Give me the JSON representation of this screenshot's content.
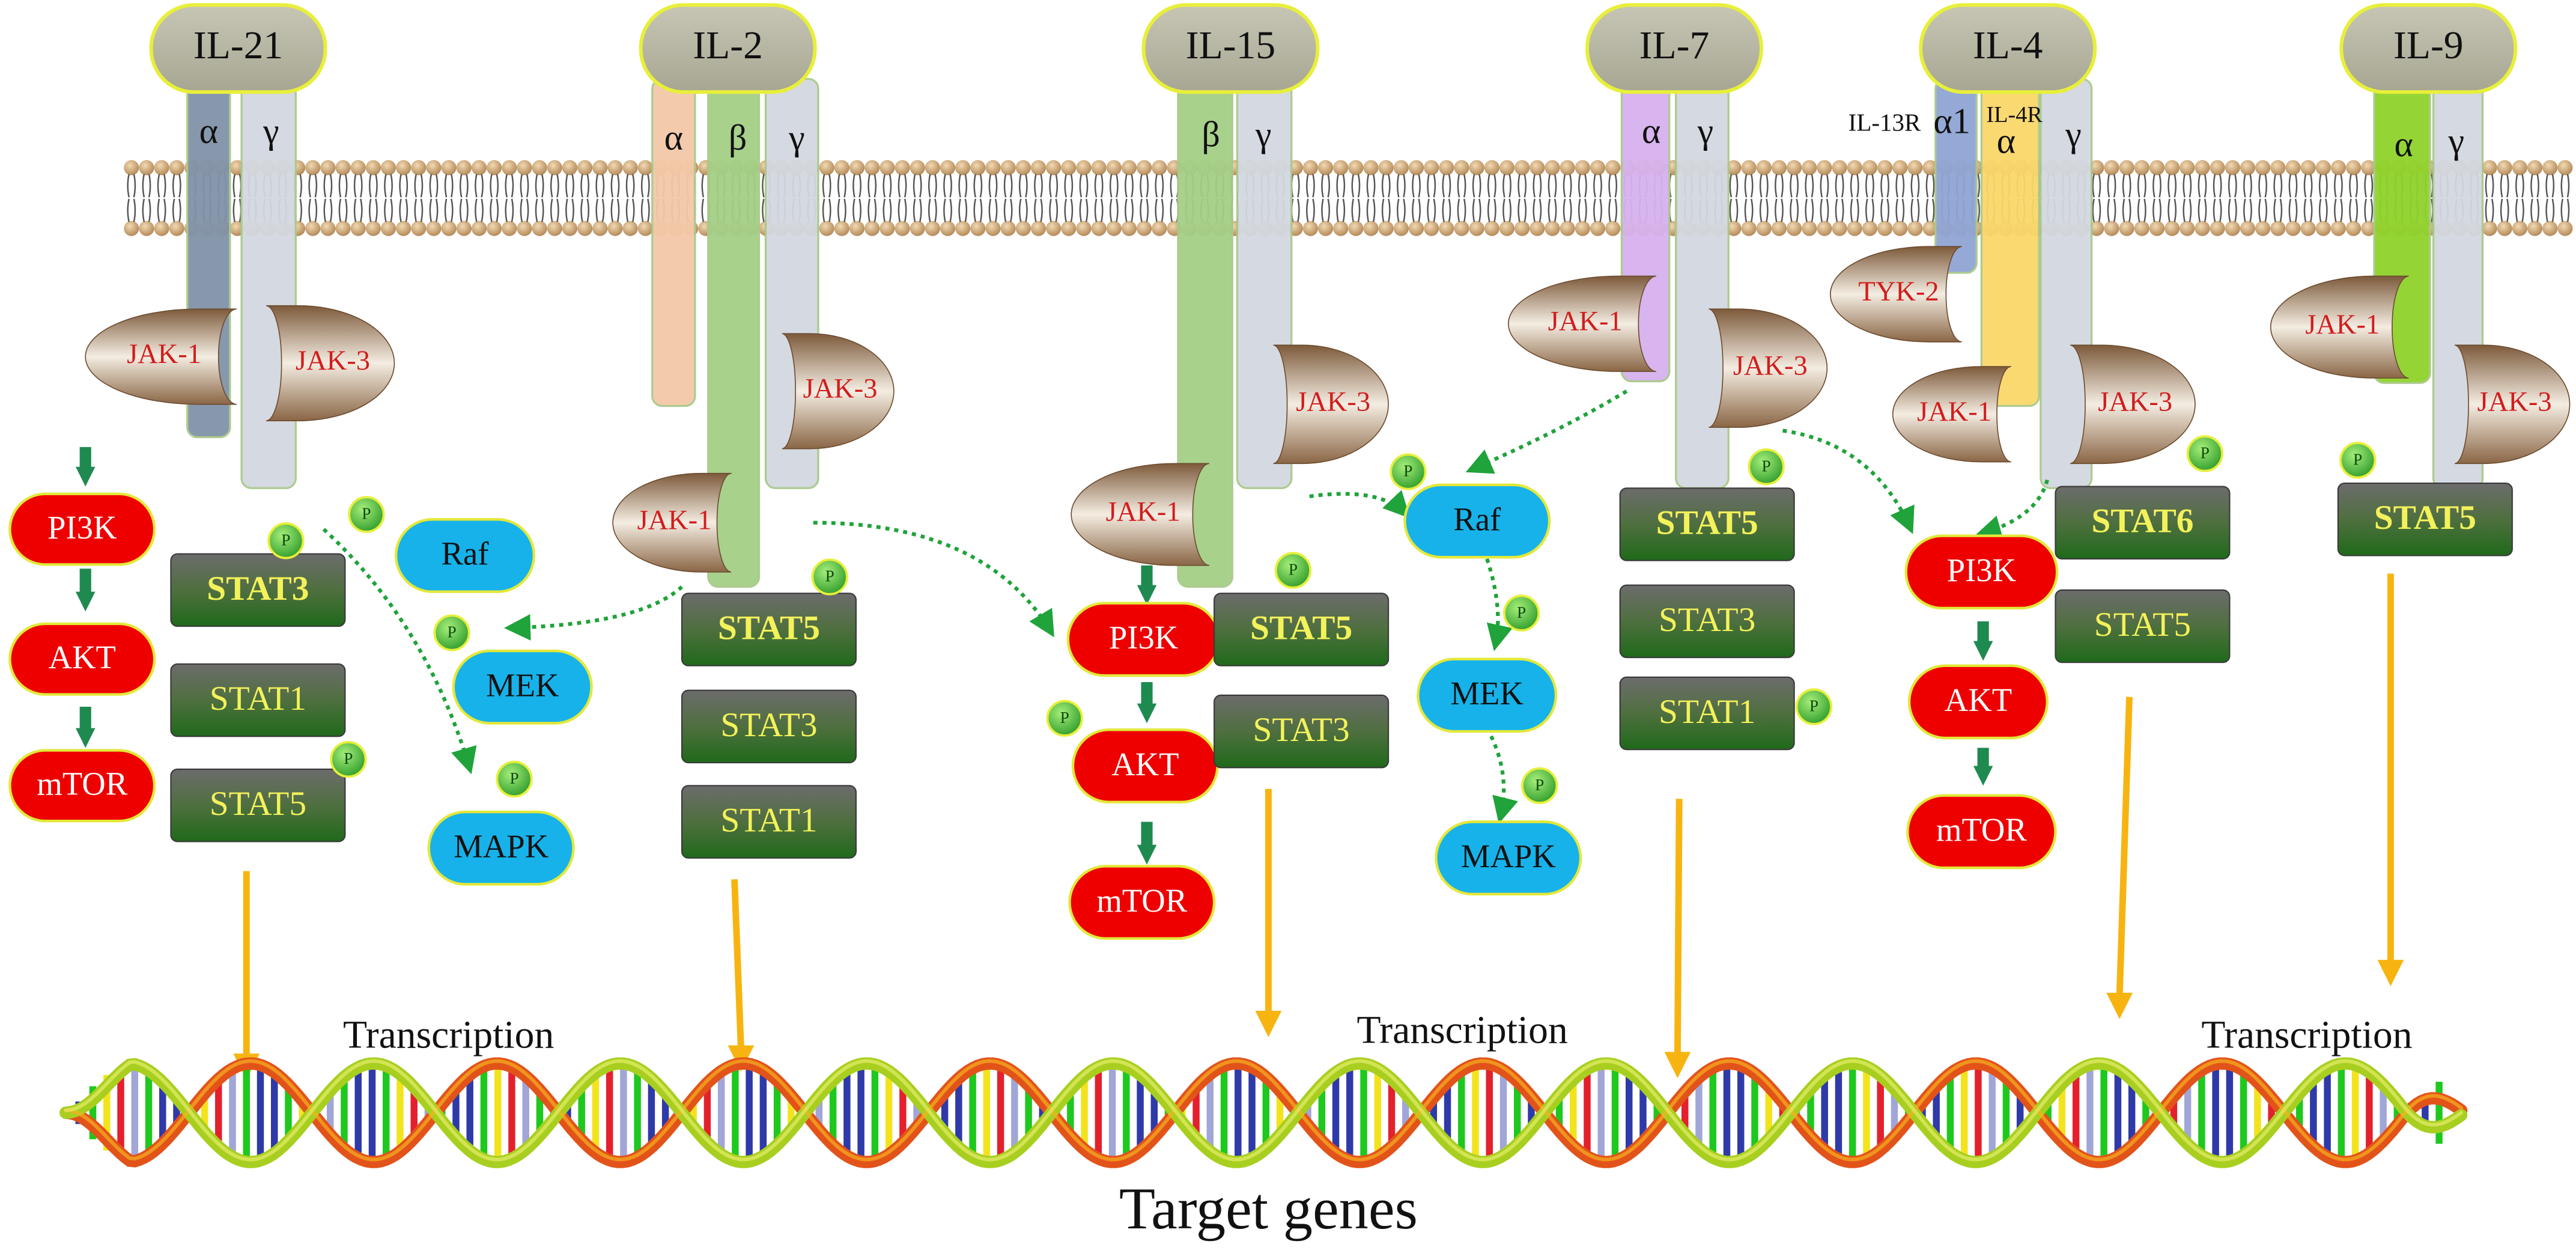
{
  "receptors": [
    {
      "name": "IL-21",
      "chains": [
        "α",
        "γ"
      ],
      "jaks": [
        "JAK-1",
        "JAK-3"
      ]
    },
    {
      "name": "IL-2",
      "chains": [
        "α",
        "β",
        "γ"
      ],
      "jaks": [
        "JAK-1",
        "JAK-3"
      ]
    },
    {
      "name": "IL-15",
      "chains": [
        "β",
        "γ"
      ],
      "jaks": [
        "JAK-1",
        "JAK-3"
      ]
    },
    {
      "name": "IL-7",
      "chains": [
        "α",
        "γ"
      ],
      "jaks": [
        "JAK-1",
        "JAK-3"
      ]
    },
    {
      "name": "IL-4",
      "chains": [
        "IL-13R",
        "α1",
        "IL-4R",
        "α",
        "γ"
      ],
      "jaks": [
        "TYK-2",
        "JAK-1",
        "JAK-3"
      ]
    },
    {
      "name": "IL-9",
      "chains": [
        "α",
        "γ"
      ],
      "jaks": [
        "JAK-1",
        "JAK-3"
      ]
    }
  ],
  "kinase_chain": [
    "PI3K",
    "AKT",
    "mTOR"
  ],
  "mapk_chain": [
    "Raf",
    "MEK",
    "MAPK"
  ],
  "stat_groups": [
    [
      "STAT3",
      "STAT1",
      "STAT5"
    ],
    [
      "STAT5",
      "STAT3",
      "STAT1"
    ],
    [
      "STAT5",
      "STAT3"
    ],
    [
      "STAT5",
      "STAT3",
      "STAT1"
    ],
    [
      "STAT6",
      "STAT5"
    ],
    [
      "STAT5"
    ]
  ],
  "phospho_label": "P",
  "transcription_label": "Transcription",
  "target_label": "Target genes",
  "colors": {
    "il_bubble": "#b9b8a4",
    "il_outline": "#e8ef3a",
    "kinase_red": "#ef0000",
    "mapk_blue": "#17b2ea",
    "stat_green": "#2d6a23",
    "stat_text": "#f3f25a",
    "arrow_orange": "#f7b411",
    "arrow_green": "#1f8a50",
    "jak_text": "#d21d1d",
    "phospho_green": "#57c63b"
  }
}
